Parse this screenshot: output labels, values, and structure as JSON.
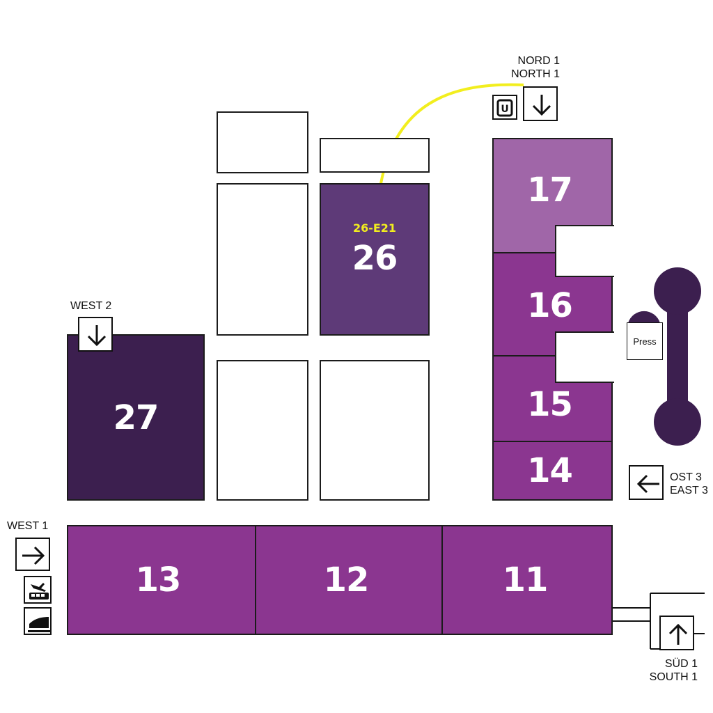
{
  "colors": {
    "hall_light": "#a066a8",
    "hall_mid": "#8b3690",
    "hall_26": "#5e3a78",
    "hall_27": "#3c1f4f",
    "connector": "#3c1f4f",
    "route": "#f2ee1e",
    "outline": "#1b1b1b"
  },
  "halls": {
    "h11": "11",
    "h12": "12",
    "h13": "13",
    "h14": "14",
    "h15": "15",
    "h16": "16",
    "h17": "17",
    "h26": "26",
    "h27": "27"
  },
  "booth": "26-E21",
  "entrances": {
    "north1": [
      "NORD 1",
      "NORTH 1"
    ],
    "west2": "WEST 2",
    "west1": "WEST 1",
    "east3": [
      "OST 3",
      "EAST 3"
    ],
    "south1": [
      "SÜD 1",
      "SOUTH 1"
    ]
  },
  "press_label": "Press",
  "icons": [
    "subway-icon",
    "arrow-down-icon",
    "arrow-right-icon",
    "airport-bus-icon",
    "train-icon",
    "arrow-left-icon",
    "arrow-up-icon"
  ]
}
